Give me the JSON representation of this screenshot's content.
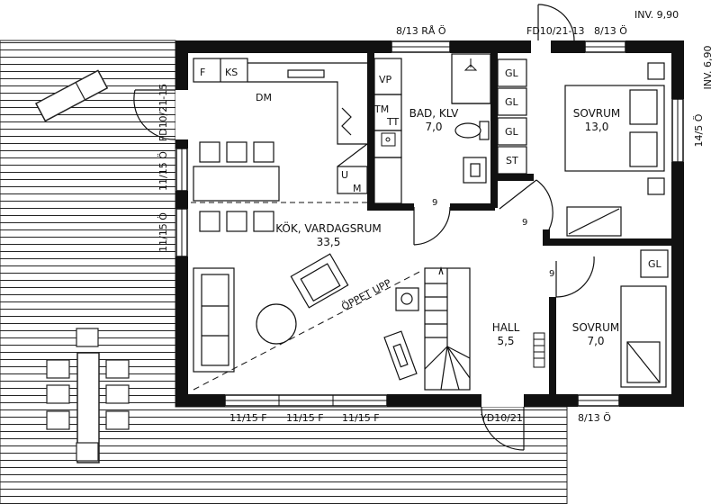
{
  "labels": {
    "inv_x": "INV. 9,90",
    "inv_y": "INV. 6,90",
    "window_top_bath": "8/13 RÅ Ö",
    "door_top": "FD10/21-13",
    "window_top_bed": "8/13 Ö",
    "window_right_bed": "14/5 Ö",
    "door_left": "FD10/21-15",
    "window_left_1": "11/15 Ö",
    "window_left_2": "11/15 Ö",
    "window_bottom_1": "11/15 F",
    "window_bottom_2": "11/15 F",
    "window_bottom_3": "11/15 F",
    "door_bottom": "YD10/21",
    "window_bottom_bed": "8/13 Ö",
    "open_up": "ÖPPET UPP"
  },
  "rooms": {
    "kitchen_name": "KÖK, VARDAGSRUM",
    "kitchen_area": "33,5",
    "bath_name": "BAD, KLV",
    "bath_area": "7,0",
    "bed1_name": "SOVRUM",
    "bed1_area": "13,0",
    "bed2_name": "SOVRUM",
    "bed2_area": "7,0",
    "hall_name": "HALL",
    "hall_area": "5,5"
  },
  "fixtures": {
    "f": "F",
    "ks": "KS",
    "dm": "DM",
    "vp": "VP",
    "tm": "TM",
    "tt": "TT",
    "u": "U",
    "m": "M",
    "gl1": "GL",
    "gl2": "GL",
    "gl3": "GL",
    "st": "ST",
    "gl4": "GL"
  },
  "door_widths": {
    "bath": "9",
    "bed1": "9",
    "bed2": "9"
  }
}
